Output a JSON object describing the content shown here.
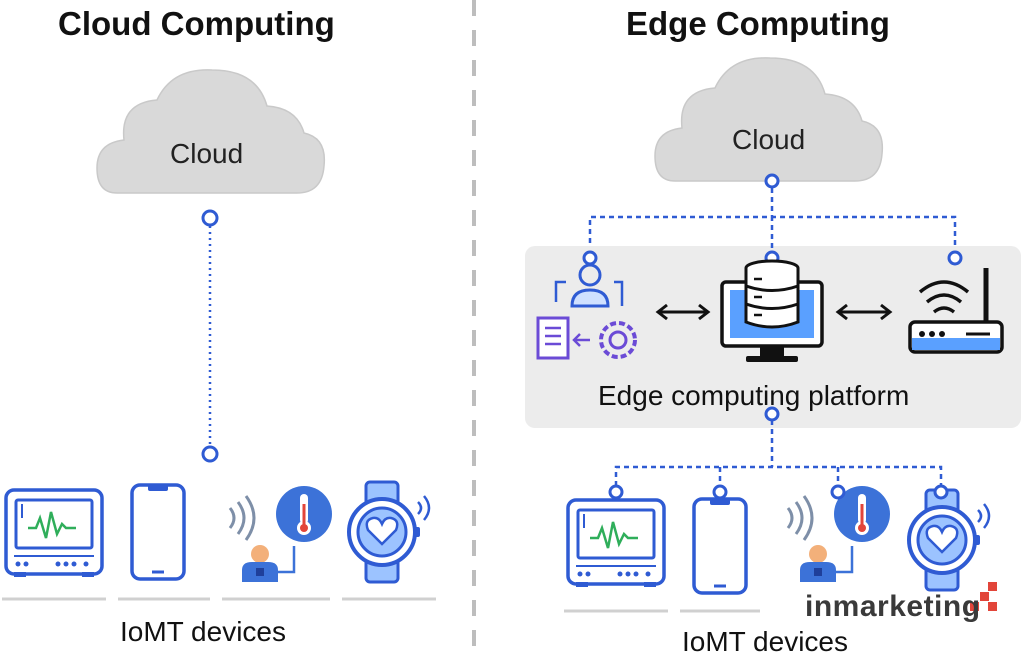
{
  "left": {
    "title": "Cloud Computing",
    "cloud_label": "Cloud",
    "devices_label": "IoMT devices"
  },
  "right": {
    "title": "Edge Computing",
    "cloud_label": "Cloud",
    "platform_label": "Edge computing platform",
    "devices_label": "IoMT devices"
  },
  "watermark": {
    "text": "inmarketing",
    "color": "#e2453a"
  },
  "colors": {
    "link_blue": "#2f5bd3",
    "platform_bg": "#ececec",
    "cloud_gray": "#d9d9d9",
    "divider": "#bdbdbd",
    "icon_blue": "#3c72d8",
    "icon_purple": "#6b4bd6"
  },
  "icons": [
    "cloud-icon",
    "patient-monitor-icon",
    "smartphone-icon",
    "thermometer-patient-icon",
    "smartwatch-heart-icon",
    "user-workflow-icon",
    "database-server-icon",
    "wifi-router-icon",
    "double-arrow-icon"
  ]
}
